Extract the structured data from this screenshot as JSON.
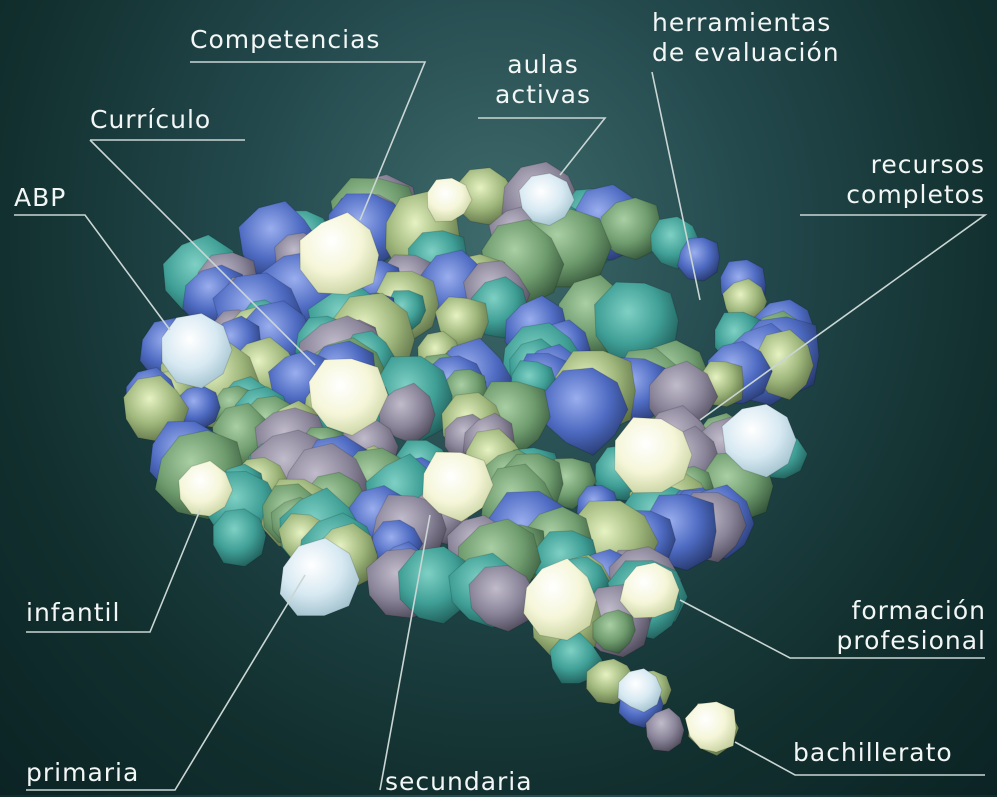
{
  "labels": {
    "competencias": [
      "Competencias"
    ],
    "curriculo": [
      "Currículo"
    ],
    "abp": [
      "ABP"
    ],
    "aulas_activas": [
      "aulas",
      "activas"
    ],
    "herramientas": [
      "herramientas",
      "de evaluación"
    ],
    "recursos": [
      "recursos",
      "completos"
    ],
    "infantil": [
      "infantil"
    ],
    "primaria": [
      "primaria"
    ],
    "secundaria": [
      "secundaria"
    ],
    "formacion": [
      "formación",
      "profesional"
    ],
    "bachillerato": [
      "bachillerato"
    ]
  },
  "colors": {
    "cream": "#f3f5d8",
    "pale_blue": "#dcecf3",
    "teal": "#3f9f96",
    "green": "#6f9c6e",
    "blue": "#4e6bc2",
    "mauve": "#8a8499",
    "olive": "#9db57a",
    "line": "#c9d6d3"
  }
}
